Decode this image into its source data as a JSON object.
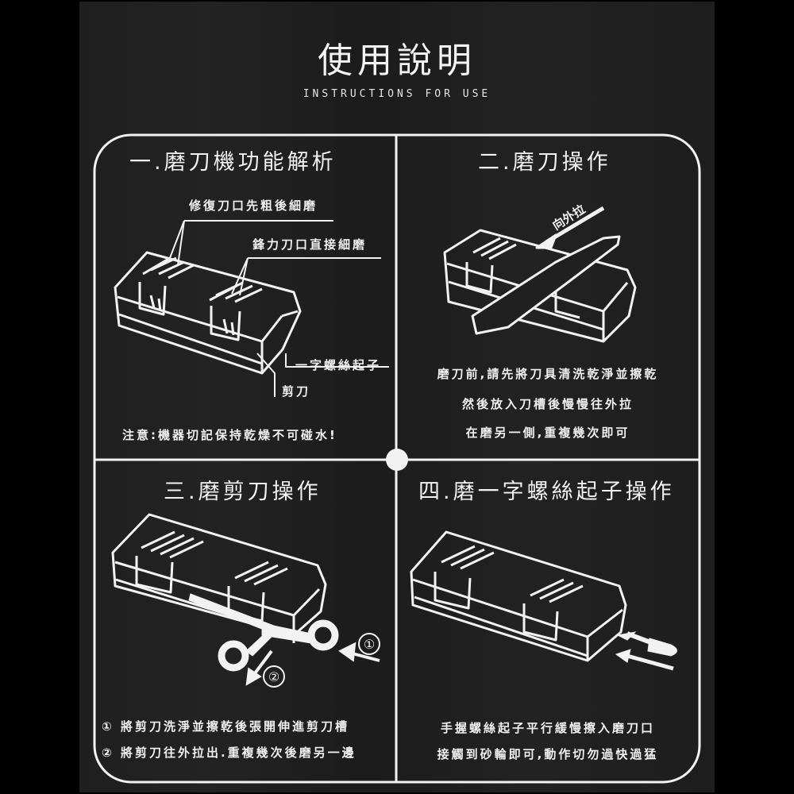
{
  "header": {
    "title": "使用說明",
    "subtitle": "INSTRUCTIONS FOR USE"
  },
  "sections": [
    {
      "title": "一.磨刀機功能解析",
      "callouts": {
        "coarse_slot": "修復刀口先粗後細磨",
        "fine_slot": "鋒力刀口直接細磨",
        "screwdriver_slot": "一字螺絲起子",
        "scissors_slot": "剪刀"
      },
      "note": "注意:機器切記保持乾燥不可碰水!"
    },
    {
      "title": "二.磨刀操作",
      "arrow_label": "向外拉",
      "lines": [
        "磨刀前,請先將刀具清洗乾淨並擦乾",
        "然後放入刀槽後慢慢往外拉",
        "在磨另一側,重複幾次即可"
      ]
    },
    {
      "title": "三.磨剪刀操作",
      "markers": [
        "①",
        "②"
      ],
      "steps": [
        {
          "marker": "①",
          "text": "將剪刀洗淨並擦乾後張開伸進剪刀槽"
        },
        {
          "marker": "②",
          "text": "將剪刀往外拉出.重複幾次後磨另一邊"
        }
      ]
    },
    {
      "title": "四.磨一字螺絲起子操作",
      "lines": [
        "手握螺絲起子平行緩慢擦入磨刀口",
        "接觸到砂輪即可,動作切勿過快過猛"
      ]
    }
  ],
  "colors": {
    "background": "#000000",
    "panel": "#202020",
    "line": "#f2f2f2"
  }
}
